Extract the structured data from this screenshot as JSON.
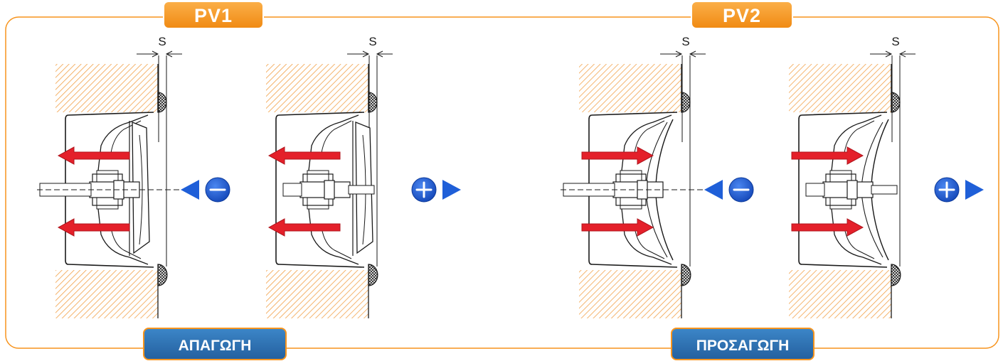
{
  "tags": {
    "top_left": "PV1",
    "top_right": "PV2",
    "bottom_left": "ΑΠΑΓΩΓΗ",
    "bottom_right": "ΠΡΟΣΑΓΩΓΗ"
  },
  "gap_label": "S",
  "colors": {
    "frame": "#f7941d",
    "tag_orange": "#f7941d",
    "tag_blue": "#2f75b5",
    "arrow_red": "#e4202a",
    "symbol_blue": "#1f5fd8",
    "hatch": "#f2a24a",
    "line": "#1a1a1a"
  },
  "panels": [
    {
      "id": "pv1-minus",
      "group": "PV1",
      "flow": "exhaust",
      "red_arrows": "outward",
      "pressure": "minus",
      "symbol_icon": "minus-circle-icon",
      "direction_icon": "left-triangle-icon"
    },
    {
      "id": "pv1-plus",
      "group": "PV1",
      "flow": "exhaust",
      "red_arrows": "outward",
      "pressure": "plus",
      "symbol_icon": "plus-circle-icon",
      "direction_icon": "right-triangle-icon"
    },
    {
      "id": "pv2-minus",
      "group": "PV2",
      "flow": "supply",
      "red_arrows": "inward",
      "pressure": "minus",
      "symbol_icon": "minus-circle-icon",
      "direction_icon": "left-triangle-icon"
    },
    {
      "id": "pv2-plus",
      "group": "PV2",
      "flow": "supply",
      "red_arrows": "inward",
      "pressure": "plus",
      "symbol_icon": "plus-circle-icon",
      "direction_icon": "right-triangle-icon"
    }
  ]
}
